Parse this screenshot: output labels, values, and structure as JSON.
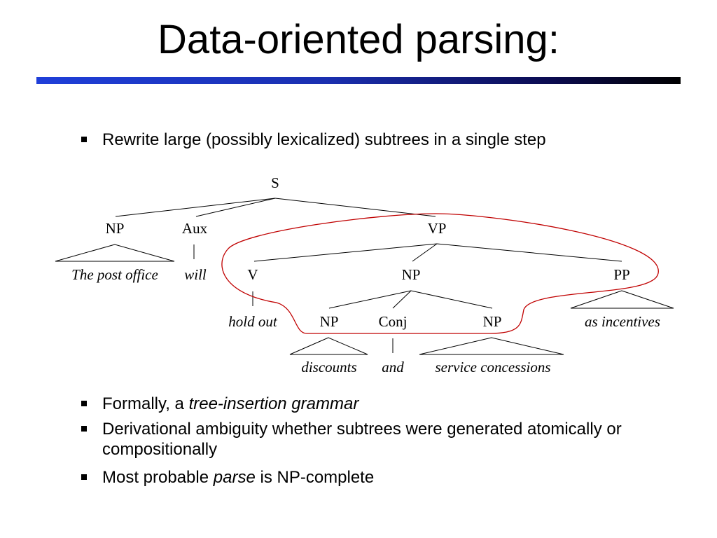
{
  "slide": {
    "title": "Data-oriented parsing:",
    "accent_colors": [
      "#1f3fd9",
      "#000000"
    ]
  },
  "bullets": [
    {
      "parts": [
        {
          "text": "Rewrite large (possibly lexicalized) subtrees in a single step",
          "italic": false
        }
      ]
    },
    {
      "parts": [
        {
          "text": "Formally, a ",
          "italic": false
        },
        {
          "text": "tree-insertion grammar",
          "italic": true
        }
      ]
    },
    {
      "parts": [
        {
          "text": "Derivational ambiguity whether subtrees were generated atomically or compositionally",
          "italic": false
        }
      ]
    },
    {
      "parts": [
        {
          "text": "Most probable ",
          "italic": false
        },
        {
          "text": "parse",
          "italic": true
        },
        {
          "text": " is NP-complete",
          "italic": false
        }
      ]
    }
  ],
  "tree": {
    "nodes": {
      "s": "S",
      "np_subj": "NP",
      "aux": "Aux",
      "vp": "VP",
      "v": "V",
      "np_obj": "NP",
      "pp": "PP",
      "np1": "NP",
      "conj": "Conj",
      "np2": "NP"
    },
    "leaves": {
      "np_subj": "The post office",
      "aux": "will",
      "v": "hold out",
      "pp": "as incentives",
      "np1": "discounts",
      "conj": "and",
      "np2": "service concessions"
    },
    "highlight_color": "#c00000"
  }
}
